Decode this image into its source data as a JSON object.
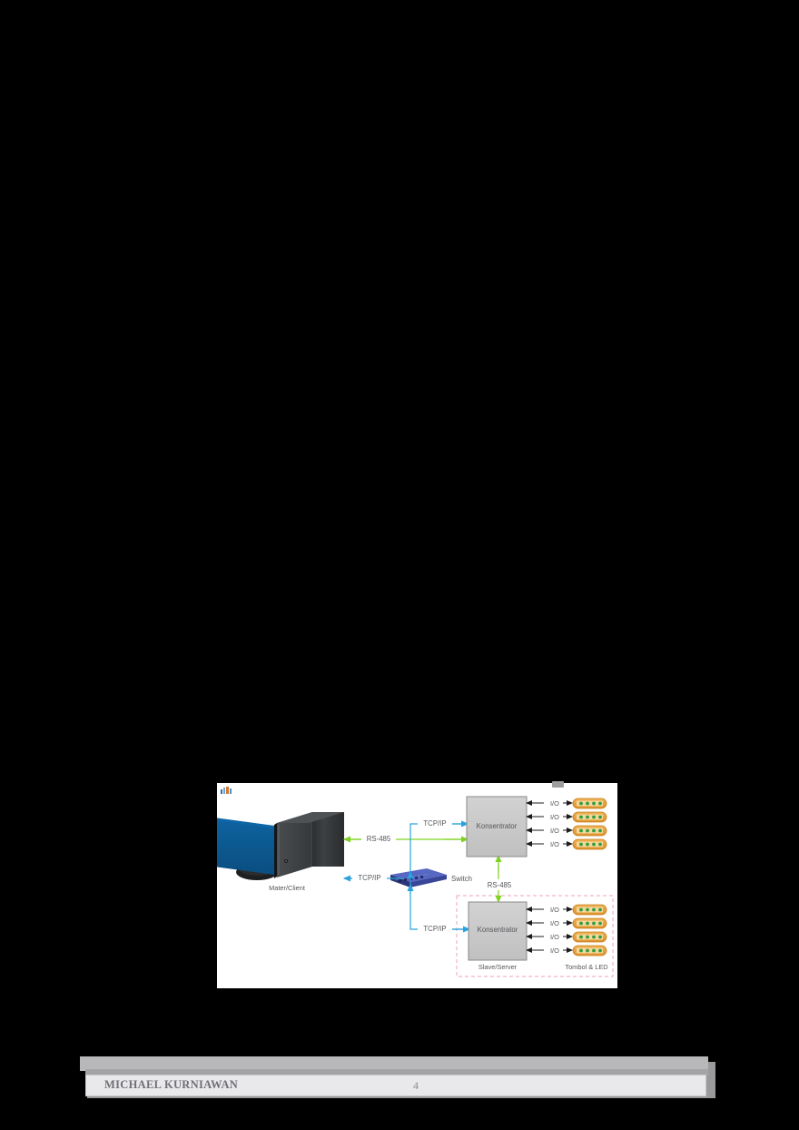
{
  "page": {
    "background_color": "#000000",
    "figure": {
      "background_color": "#ffffff",
      "nodes": {
        "workstation": {
          "label": "Mater/Client",
          "monitor_color": "#0b5a93",
          "tower_color": "#3a3c3e"
        },
        "switch": {
          "label": "Switch",
          "color": "#2e3d8f"
        },
        "konsentrator_top": {
          "label": "Konsentrator",
          "fill": "#c9c9c9",
          "stroke": "#8a8a8a"
        },
        "konsentrator_bottom": {
          "label": "Konsentrator",
          "sublabel": "Slave/Server",
          "fill": "#c9c9c9",
          "stroke": "#8a8a8a"
        },
        "io_group_label": "Tombol & LED"
      },
      "links": [
        {
          "label": "RS-485",
          "color": "#7ed321",
          "from": "konsentrator_top",
          "to": "workstation"
        },
        {
          "label": "TCP/IP",
          "color": "#29a3dd",
          "from": "switch",
          "to": "konsentrator_top"
        },
        {
          "label": "TCP/IP",
          "color": "#29a3dd",
          "from": "switch",
          "to": "workstation"
        },
        {
          "label": "TCP/IP",
          "color": "#29a3dd",
          "from": "switch",
          "to": "konsentrator_bottom"
        },
        {
          "label": "RS-485",
          "color": "#7ed321",
          "from": "konsentrator_top",
          "to": "konsentrator_bottom"
        }
      ],
      "io_ports_top": [
        {
          "label": "I/O"
        },
        {
          "label": "I/O"
        },
        {
          "label": "I/O"
        },
        {
          "label": "I/O"
        }
      ],
      "io_ports_bottom": [
        {
          "label": "I/O"
        },
        {
          "label": "I/O"
        },
        {
          "label": "I/O"
        },
        {
          "label": "I/O"
        }
      ],
      "led_module": {
        "body_color": "#e8a33d",
        "inner_color": "#f3c56b",
        "dot_color": "#2f9e3f",
        "dot_count": 4
      },
      "dashed_group": {
        "color": "#f2a0b4"
      }
    },
    "footer": {
      "author": "MICHAEL KURNIAWAN",
      "page_number": "4"
    }
  }
}
